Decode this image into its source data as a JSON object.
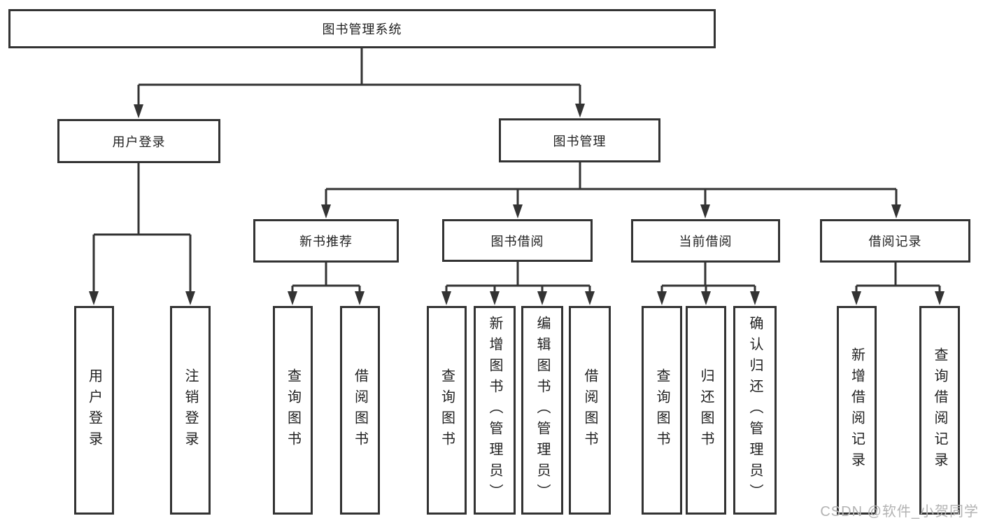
{
  "tree": {
    "root": {
      "label": "图书管理系统"
    },
    "user_login": {
      "label": "用户登录",
      "children": [
        {
          "label": "用户登录"
        },
        {
          "label": "注销登录"
        }
      ]
    },
    "book_mgmt": {
      "label": "图书管理",
      "children": [
        {
          "label": "新书推荐",
          "children": [
            {
              "label": "查询图书"
            },
            {
              "label": "借阅图书"
            }
          ]
        },
        {
          "label": "图书借阅",
          "children": [
            {
              "label": "查询图书"
            },
            {
              "label": "新增图书（管理员）"
            },
            {
              "label": "编辑图书（管理员）"
            },
            {
              "label": "借阅图书"
            }
          ]
        },
        {
          "label": "当前借阅",
          "children": [
            {
              "label": "查询图书"
            },
            {
              "label": "归还图书"
            },
            {
              "label": "确认归还（管理员）"
            }
          ]
        },
        {
          "label": "借阅记录",
          "children": [
            {
              "label": "新增借阅记录"
            },
            {
              "label": "查询借阅记录"
            }
          ]
        }
      ]
    }
  },
  "watermark": "CSDN @软件_小贺同学",
  "colors": {
    "line": "#333333",
    "text": "#212121",
    "box_fill": "#ffffff",
    "watermark": "#b3b3b3"
  }
}
